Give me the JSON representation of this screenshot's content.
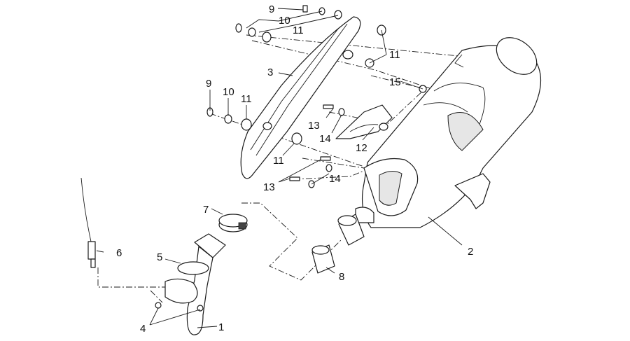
{
  "diagram": {
    "labels": [
      {
        "id": "c9a",
        "text": "9"
      },
      {
        "id": "c10a",
        "text": "10"
      },
      {
        "id": "c11a",
        "text": "11"
      },
      {
        "id": "c11b",
        "text": "11"
      },
      {
        "id": "c3",
        "text": "3"
      },
      {
        "id": "c15",
        "text": "15"
      },
      {
        "id": "c9b",
        "text": "9"
      },
      {
        "id": "c10b",
        "text": "10"
      },
      {
        "id": "c11c",
        "text": "11"
      },
      {
        "id": "c13a",
        "text": "13"
      },
      {
        "id": "c14a",
        "text": "14"
      },
      {
        "id": "c12",
        "text": "12"
      },
      {
        "id": "c11d",
        "text": "11"
      },
      {
        "id": "c13b",
        "text": "13"
      },
      {
        "id": "c14b",
        "text": "14"
      },
      {
        "id": "c7",
        "text": "7"
      },
      {
        "id": "c6",
        "text": "6"
      },
      {
        "id": "c5",
        "text": "5"
      },
      {
        "id": "c2",
        "text": "2"
      },
      {
        "id": "c8",
        "text": "8"
      },
      {
        "id": "c4",
        "text": "4"
      },
      {
        "id": "c1",
        "text": "1"
      }
    ]
  }
}
